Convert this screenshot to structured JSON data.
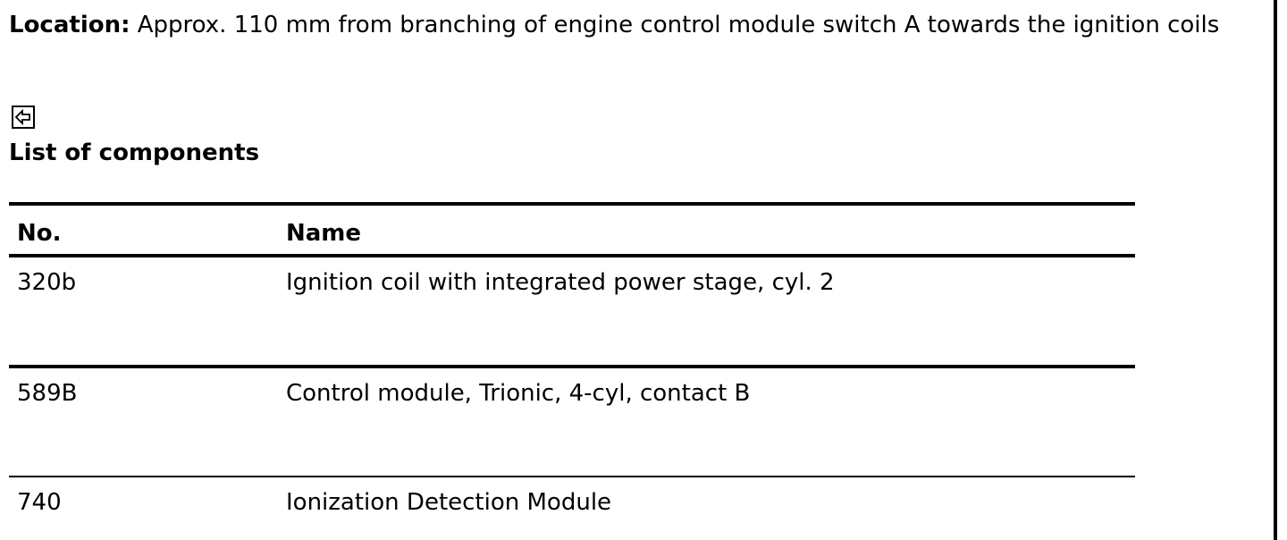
{
  "location": {
    "label": "Location:",
    "text": " Approx. 110 mm from branching of engine control module switch A towards the ignition coils"
  },
  "back_icon": "back-arrow-icon",
  "section_title": "List of components",
  "table": {
    "headers": [
      "No.",
      "Name"
    ],
    "rows": [
      {
        "no": "320b",
        "name": "Ignition coil with integrated power stage, cyl. 2"
      },
      {
        "no": "589B",
        "name": "Control module, Trionic, 4-cyl, contact B"
      },
      {
        "no": "740",
        "name": "Ionization Detection Module"
      }
    ]
  },
  "colors": {
    "text": "#000000",
    "background": "#ffffff",
    "rules": "#000000"
  }
}
